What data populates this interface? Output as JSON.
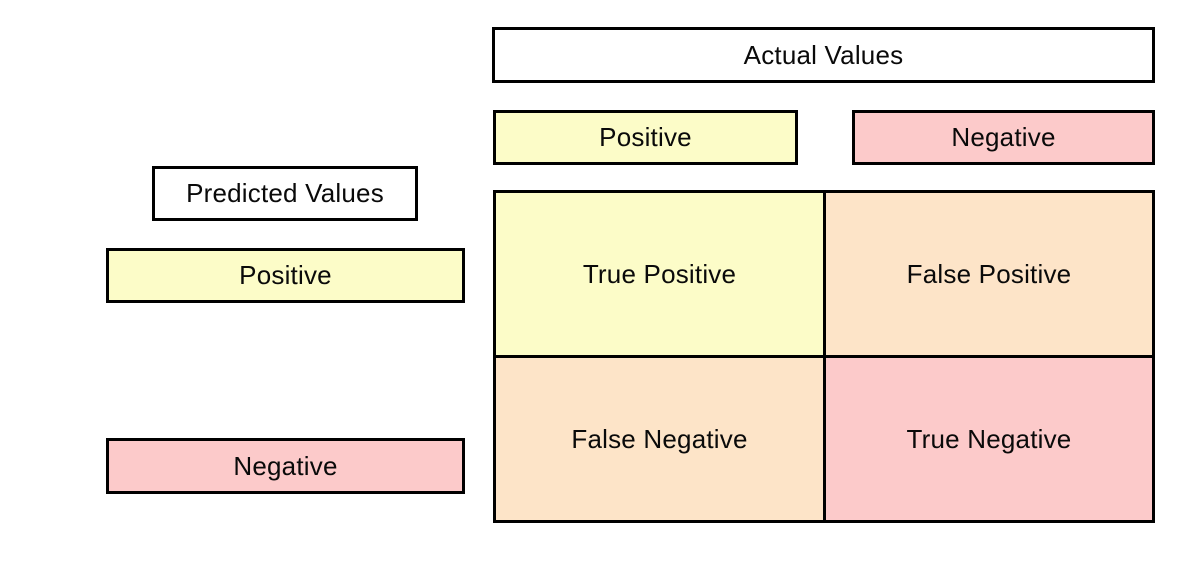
{
  "diagram": {
    "actual": {
      "header": "Actual Values",
      "positive_label": "Positive",
      "negative_label": "Negative"
    },
    "predicted": {
      "header": "Predicted Values",
      "positive_label": "Positive",
      "negative_label": "Negative"
    },
    "cells": {
      "true_positive": "True Positive",
      "false_positive": "False Positive",
      "false_negative": "False Negative",
      "true_negative": "True Negative"
    },
    "colors": {
      "positive_yellow": "#fcfcc8",
      "mixed_peach": "#fde4c8",
      "negative_pink": "#fccaca",
      "header_white": "#ffffff",
      "border_black": "#000000"
    }
  }
}
